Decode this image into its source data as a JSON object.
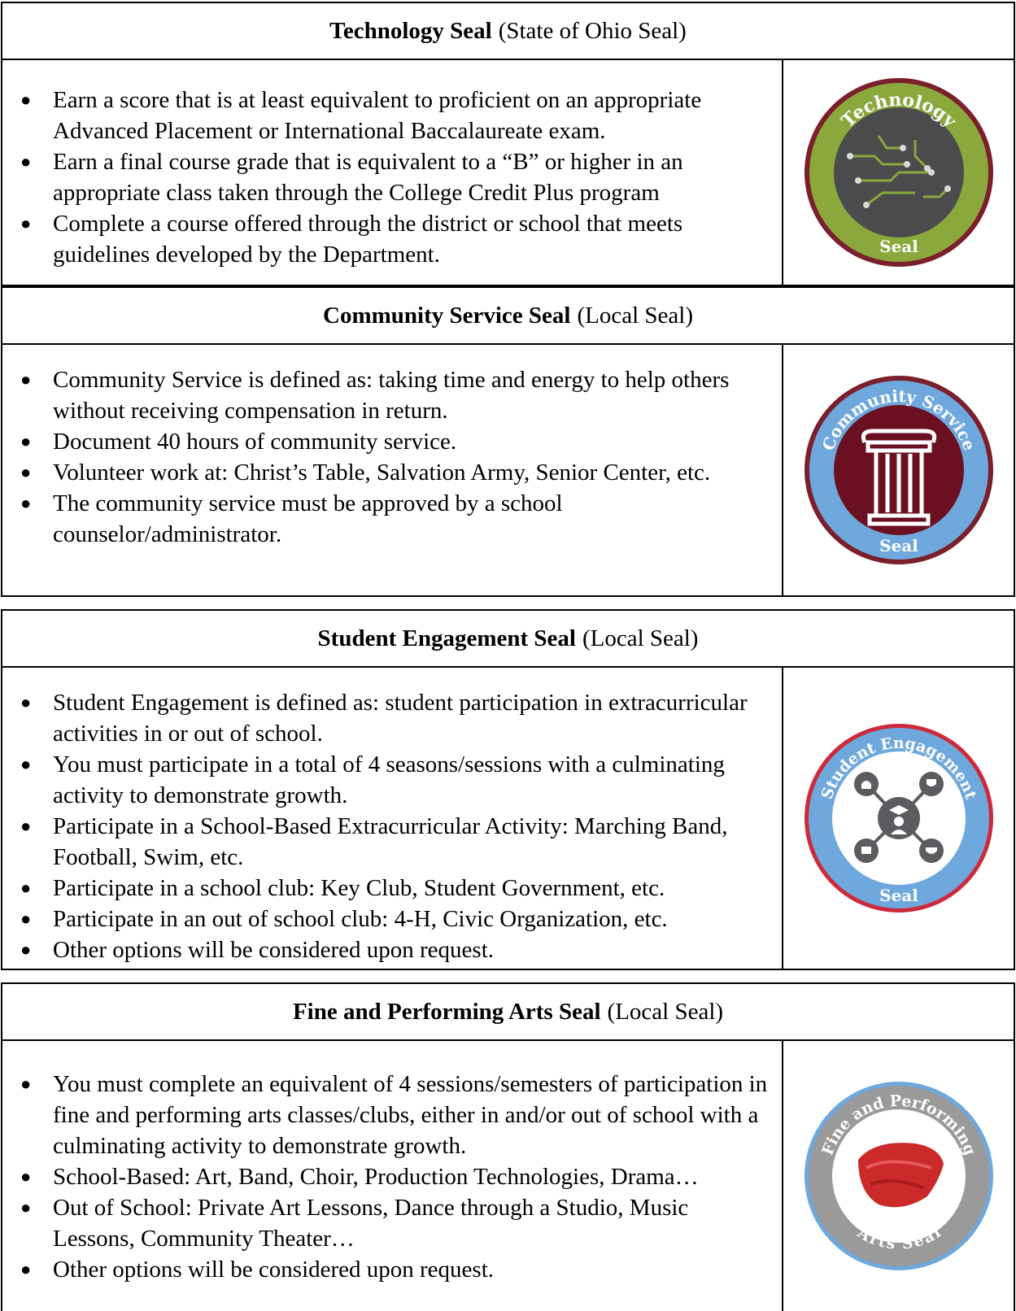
{
  "sections": [
    {
      "title": "Technology Seal",
      "type": "(State of Ohio Seal)",
      "items": [
        "Earn a score that is at least equivalent to proficient on an appropriate Advanced Placement or International Baccalaureate exam.",
        "Earn a final course grade that is equivalent to a “B” or higher in an appropriate class taken through the College Credit Plus program",
        "Complete a course offered through the district or school that meets guidelines developed by the Department."
      ],
      "seal": {
        "top_text": "Technology",
        "bottom_text": "Seal",
        "ring_color": "#8aa83b",
        "outer_color": "#7a1f2b",
        "inner_color": "#4b4b4d",
        "icon": "circuit-board-icon"
      }
    },
    {
      "title": "Community Service Seal",
      "type": "(Local Seal)",
      "items": [
        "Community Service is defined as: taking time and energy to help others without receiving compensation in return.",
        "Document 40 hours of community service.",
        "Volunteer work at: Christ’s Table, Salvation Army, Senior Center, etc.",
        "The community service must be approved by a school counselor/administrator."
      ],
      "seal": {
        "top_text": "Community Service",
        "bottom_text": "Seal",
        "ring_color": "#6fa8dc",
        "outer_color": "#7a1f2b",
        "inner_color": "#6b1020",
        "icon": "column-icon"
      }
    },
    {
      "title": "Student Engagement Seal",
      "type": "(Local Seal)",
      "items": [
        "Student Engagement is defined as: student participation in extracurricular activities in or out of school.",
        "You must participate in a total of 4 seasons/sessions with a culminating activity to demonstrate growth.",
        "Participate in a School-Based Extracurricular Activity:  Marching Band, Football, Swim, etc.",
        "Participate in a school club:  Key Club, Student Government, etc.",
        "Participate in an out of school club: 4-H, Civic Organization, etc.",
        "Other options will be considered upon request."
      ],
      "seal": {
        "top_text": "Student Engagement",
        "bottom_text": "Seal",
        "ring_color": "#6fa8dc",
        "outer_color": "#cc2a3b",
        "inner_color": "#ffffff",
        "icon": "graduate-network-icon"
      }
    },
    {
      "title": "Fine and Performing Arts Seal",
      "type": "(Local Seal)",
      "items": [
        "You must complete an equivalent of 4 sessions/semesters of participation in fine and performing arts classes/clubs, either in and/or out of school with a culminating activity to demonstrate growth.",
        "School-Based: Art, Band, Choir, Production Technologies, Drama…",
        "Out of School: Private Art Lessons, Dance through a Studio, Music Lessons, Community Theater…",
        "Other options will be considered upon request."
      ],
      "seal": {
        "top_text": "Fine and Performing",
        "bottom_text": "Arts Seal",
        "ring_color": "#9a9a9a",
        "outer_color": "#6fa8dc",
        "inner_color": "#ffffff",
        "icon": "red-paint-icon"
      }
    }
  ]
}
